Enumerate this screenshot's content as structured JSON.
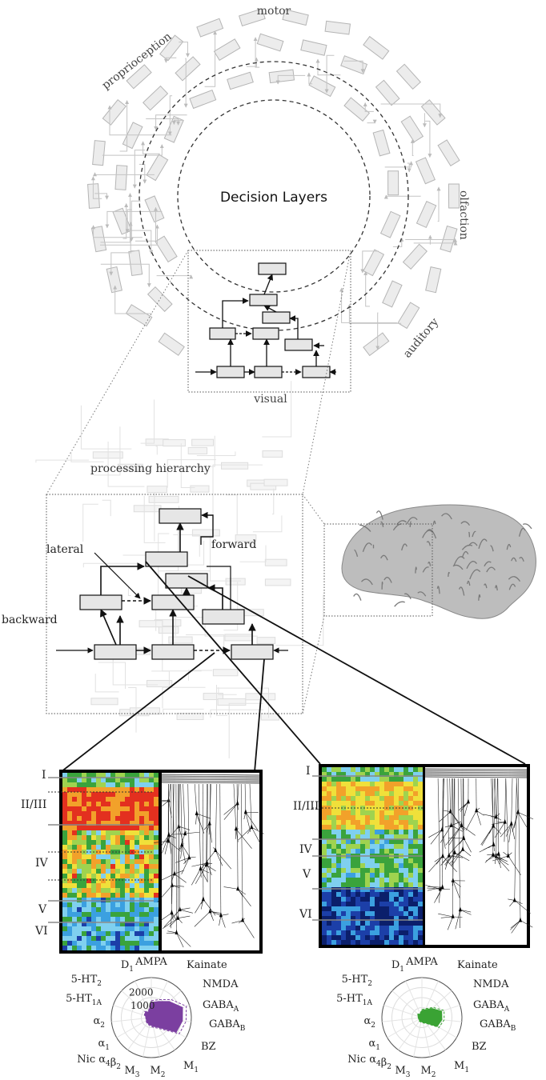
{
  "top": {
    "center": "Decision Layers",
    "motor": "motor",
    "proprioception": "proprioception",
    "olfaction": "olfaction",
    "auditory": "auditory",
    "visual": "visual"
  },
  "hierarchy": {
    "title": "processing hierarchy",
    "lateral": "lateral",
    "forward": "forward",
    "backward": "backward"
  },
  "layers": [
    "I",
    "II/III",
    "IV",
    "V",
    "VI"
  ],
  "receptors": {
    "ampa": "AMPA",
    "kainate": "Kainate",
    "nmda": "NMDA",
    "gaba": "GABA",
    "a": "A",
    "b": "B",
    "bz": "BZ",
    "m": "M",
    "d": "D",
    "ht": "5-HT",
    "ht2sub": "2",
    "ht1asub": "1A",
    "alpha": "α",
    "nic": "Nic α",
    "beta": "β",
    "s1": "1",
    "s2": "2",
    "s3": "3",
    "s4": "4"
  },
  "radial": {
    "r2000": "2000",
    "r1000": "1000"
  },
  "colors": {
    "purple": "#7b3fa0",
    "green": "#3aa334"
  }
}
